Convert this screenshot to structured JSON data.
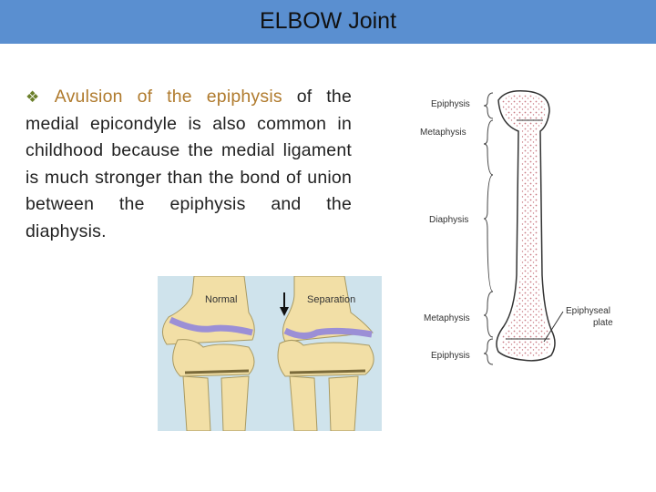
{
  "slide": {
    "title": "ELBOW Joint",
    "bullet_highlight": "Avulsion of the epiphysis",
    "bullet_rest": " of the medial epicondyle is also common in childhood because the medial ligament is much stronger than the bond of union between the epiphysis and the diaphysis."
  },
  "elbow_figure": {
    "label_normal": "Normal",
    "label_separation": "Separation"
  },
  "bone_figure": {
    "labels": {
      "epiphysis_top": "Epiphysis",
      "metaphysis_top": "Metaphysis",
      "diaphysis": "Diaphysis",
      "metaphysis_bottom": "Metaphysis",
      "epiphysis_bottom": "Epiphysis",
      "epiphyseal_1": "Epiphyseal",
      "epiphyseal_2": "plate"
    }
  },
  "colors": {
    "title_bar": "#5a8fd0",
    "bullet": "#6b7f2a",
    "highlight": "#b07b2e",
    "elbow_bg": "#cfe3ec",
    "bone_fill": "#f2dfa6",
    "growth_plate": "#9b8fd6",
    "marrow_dots": "#c97b84"
  }
}
